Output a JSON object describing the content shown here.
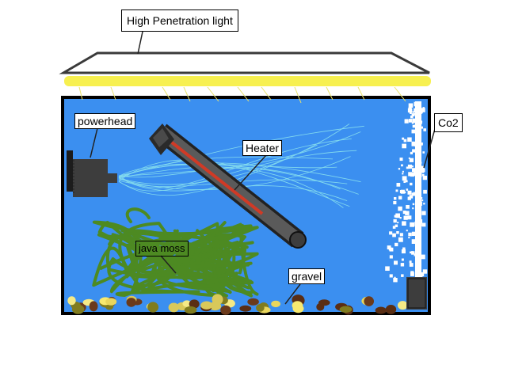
{
  "labels": {
    "light": "High Penetration light",
    "co2": "Co2",
    "powerhead": "powerhead",
    "heater": "Heater",
    "java_moss": "java moss",
    "gravel": "gravel"
  },
  "colors": {
    "water": "#3b8ff0",
    "light_bar": "#f7f050",
    "tank_border": "#000000",
    "heater_stripe": "#d03a26",
    "moss": "#4e8a18",
    "device": "#3d3d3d"
  }
}
